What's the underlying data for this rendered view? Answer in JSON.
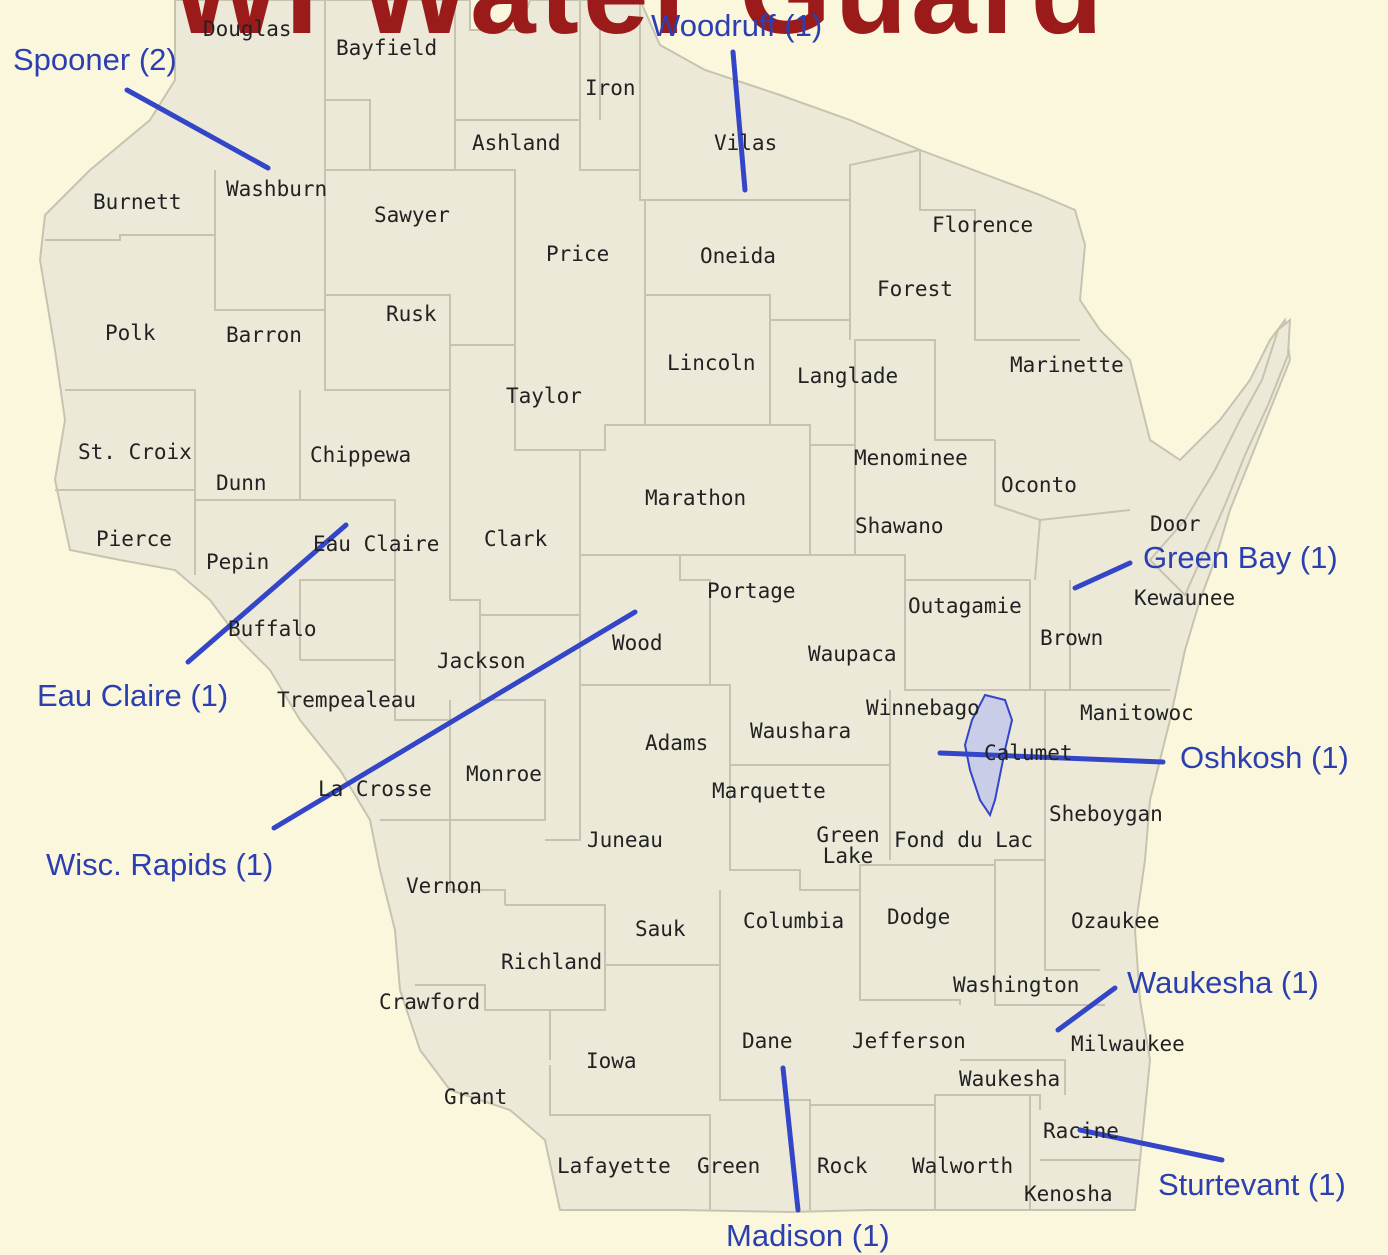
{
  "map": {
    "title": "WI Water Guard",
    "colors": {
      "background": "#fbf7dc",
      "land": "#ece9d8",
      "border": "#c7c3b1",
      "leader_line": "#3446c8",
      "city_label": "#2b3fb0",
      "title": "#9b1b1b",
      "highlight": "#c9cde8"
    },
    "counties": [
      {
        "id": "douglas",
        "name": "Douglas"
      },
      {
        "id": "bayfield",
        "name": "Bayfield"
      },
      {
        "id": "iron",
        "name": "Iron"
      },
      {
        "id": "ashland",
        "name": "Ashland"
      },
      {
        "id": "vilas",
        "name": "Vilas"
      },
      {
        "id": "burnett",
        "name": "Burnett"
      },
      {
        "id": "washburn",
        "name": "Washburn"
      },
      {
        "id": "sawyer",
        "name": "Sawyer"
      },
      {
        "id": "florence",
        "name": "Florence"
      },
      {
        "id": "price",
        "name": "Price"
      },
      {
        "id": "oneida",
        "name": "Oneida"
      },
      {
        "id": "forest",
        "name": "Forest"
      },
      {
        "id": "polk",
        "name": "Polk"
      },
      {
        "id": "barron",
        "name": "Barron"
      },
      {
        "id": "rusk",
        "name": "Rusk"
      },
      {
        "id": "lincoln",
        "name": "Lincoln"
      },
      {
        "id": "langlade",
        "name": "Langlade"
      },
      {
        "id": "marinette",
        "name": "Marinette"
      },
      {
        "id": "taylor",
        "name": "Taylor"
      },
      {
        "id": "stcroix",
        "name": "St. Croix"
      },
      {
        "id": "chippewa",
        "name": "Chippewa"
      },
      {
        "id": "menominee",
        "name": "Menominee"
      },
      {
        "id": "dunn",
        "name": "Dunn"
      },
      {
        "id": "oconto",
        "name": "Oconto"
      },
      {
        "id": "marathon",
        "name": "Marathon"
      },
      {
        "id": "pierce",
        "name": "Pierce"
      },
      {
        "id": "eauclaire",
        "name": "Eau Claire"
      },
      {
        "id": "clark",
        "name": "Clark"
      },
      {
        "id": "shawano",
        "name": "Shawano"
      },
      {
        "id": "door",
        "name": "Door"
      },
      {
        "id": "pepin",
        "name": "Pepin"
      },
      {
        "id": "portage",
        "name": "Portage"
      },
      {
        "id": "kewaunee",
        "name": "Kewaunee"
      },
      {
        "id": "outagamie",
        "name": "Outagamie"
      },
      {
        "id": "buffalo",
        "name": "Buffalo"
      },
      {
        "id": "wood",
        "name": "Wood"
      },
      {
        "id": "brown",
        "name": "Brown"
      },
      {
        "id": "jackson",
        "name": "Jackson"
      },
      {
        "id": "waupaca",
        "name": "Waupaca"
      },
      {
        "id": "trempealeau",
        "name": "Trempealeau"
      },
      {
        "id": "winnebago",
        "name": "Winnebago"
      },
      {
        "id": "manitowoc",
        "name": "Manitowoc"
      },
      {
        "id": "waushara",
        "name": "Waushara"
      },
      {
        "id": "adams",
        "name": "Adams"
      },
      {
        "id": "calumet",
        "name": "Calumet"
      },
      {
        "id": "monroe",
        "name": "Monroe"
      },
      {
        "id": "lacrosse",
        "name": "La Crosse"
      },
      {
        "id": "marquette",
        "name": "Marquette"
      },
      {
        "id": "sheboygan",
        "name": "Sheboygan"
      },
      {
        "id": "juneau",
        "name": "Juneau"
      },
      {
        "id": "greenlake",
        "name": "Green Lake"
      },
      {
        "id": "fonddulac",
        "name": "Fond du Lac"
      },
      {
        "id": "vernon",
        "name": "Vernon"
      },
      {
        "id": "sauk",
        "name": "Sauk"
      },
      {
        "id": "columbia",
        "name": "Columbia"
      },
      {
        "id": "dodge",
        "name": "Dodge"
      },
      {
        "id": "ozaukee",
        "name": "Ozaukee"
      },
      {
        "id": "richland",
        "name": "Richland"
      },
      {
        "id": "washington",
        "name": "Washington"
      },
      {
        "id": "crawford",
        "name": "Crawford"
      },
      {
        "id": "dane",
        "name": "Dane"
      },
      {
        "id": "jefferson",
        "name": "Jefferson"
      },
      {
        "id": "milwaukee",
        "name": "Milwaukee"
      },
      {
        "id": "iowa",
        "name": "Iowa"
      },
      {
        "id": "waukesha",
        "name": "Waukesha"
      },
      {
        "id": "grant",
        "name": "Grant"
      },
      {
        "id": "racine",
        "name": "Racine"
      },
      {
        "id": "lafayette",
        "name": "Lafayette"
      },
      {
        "id": "green",
        "name": "Green"
      },
      {
        "id": "rock",
        "name": "Rock"
      },
      {
        "id": "walworth",
        "name": "Walworth"
      },
      {
        "id": "kenosha",
        "name": "Kenosha"
      }
    ],
    "cities": [
      {
        "id": "woodruff",
        "label": "Woodruff (1)"
      },
      {
        "id": "spooner",
        "label": "Spooner (2)"
      },
      {
        "id": "greenbay",
        "label": "Green Bay (1)"
      },
      {
        "id": "eauclaire",
        "label": "Eau Claire (1)"
      },
      {
        "id": "oshkosh",
        "label": "Oshkosh (1)"
      },
      {
        "id": "wiscrapids",
        "label": "Wisc. Rapids (1)"
      },
      {
        "id": "waukesha",
        "label": "Waukesha (1)"
      },
      {
        "id": "sturtevant",
        "label": "Sturtevant (1)"
      },
      {
        "id": "madison",
        "label": "Madison (1)"
      }
    ]
  }
}
